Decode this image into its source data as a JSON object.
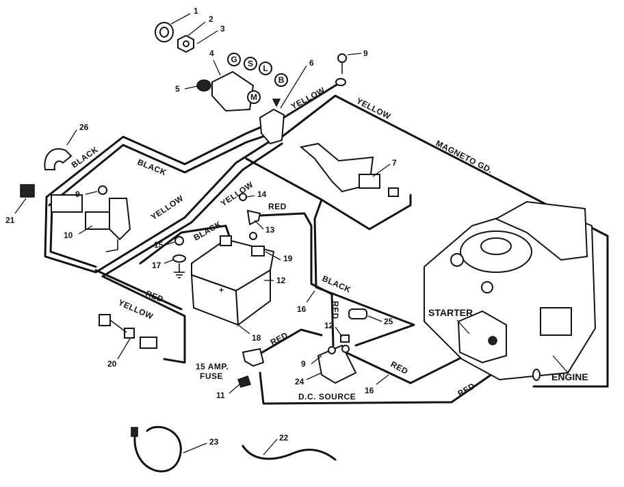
{
  "callouts": [
    "1",
    "2",
    "3",
    "4",
    "5",
    "6",
    "7",
    "9",
    "9",
    "9",
    "10",
    "11",
    "12",
    "12",
    "13",
    "14",
    "15",
    "16",
    "16",
    "17",
    "18",
    "19",
    "20",
    "21",
    "22",
    "23",
    "24",
    "25",
    "26"
  ],
  "switch_terminals": [
    "G",
    "S",
    "L",
    "B",
    "M"
  ],
  "wire_labels": {
    "yellow_switch": "YELLOW",
    "yellow_top": "YELLOW",
    "magneto": "MAGNETO GD.",
    "black_left": "BLACK",
    "black_mid": "BLACK",
    "yellow_left": "YELLOW",
    "yellow_mid": "YELLOW",
    "red_top": "RED",
    "black_battery": "BLACK",
    "black_right": "BLACK",
    "red_vertical": "RED",
    "yellow_lower": "YELLOW",
    "red_left": "RED",
    "red_lower": "RED",
    "red_solenoid": "RED",
    "red_bottom": "RED"
  },
  "labels": {
    "starter": "STARTER",
    "engine": "ENGINE",
    "fuse_line1": "15 AMP.",
    "fuse_line2": "FUSE",
    "dc_source": "D.C. SOURCE"
  }
}
